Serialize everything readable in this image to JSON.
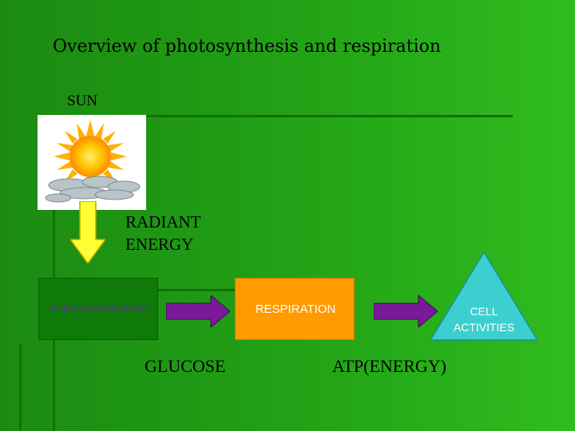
{
  "slide": {
    "title": "Overview of photosynthesis and respiration",
    "background_color": "#1f9a14"
  },
  "diagram": {
    "sun_label": "SUN",
    "sun_image": "sun-with-clouds-icon",
    "radiant_energy_label": [
      "RADIANT",
      "ENERGY"
    ],
    "nodes": {
      "photosynthesis": {
        "label": "PHOTOSYNTHESIS",
        "color": "#0f7a08",
        "text_color": "#5a2e9e"
      },
      "respiration": {
        "label": "RESPIRATION",
        "color": "#ff9a00",
        "text_color": "#ffffff"
      },
      "cell_activities": {
        "label": [
          "CELL",
          "ACTIVITIES"
        ],
        "color": "#3ccfcf",
        "text_color": "#ffffff"
      }
    },
    "edge_labels": {
      "glucose": "GLUCOSE",
      "atp": "ATP(ENERGY)"
    },
    "arrow_colors": {
      "down_arrow": "#ffff33",
      "flow_arrows": "#7a1a9a"
    }
  }
}
